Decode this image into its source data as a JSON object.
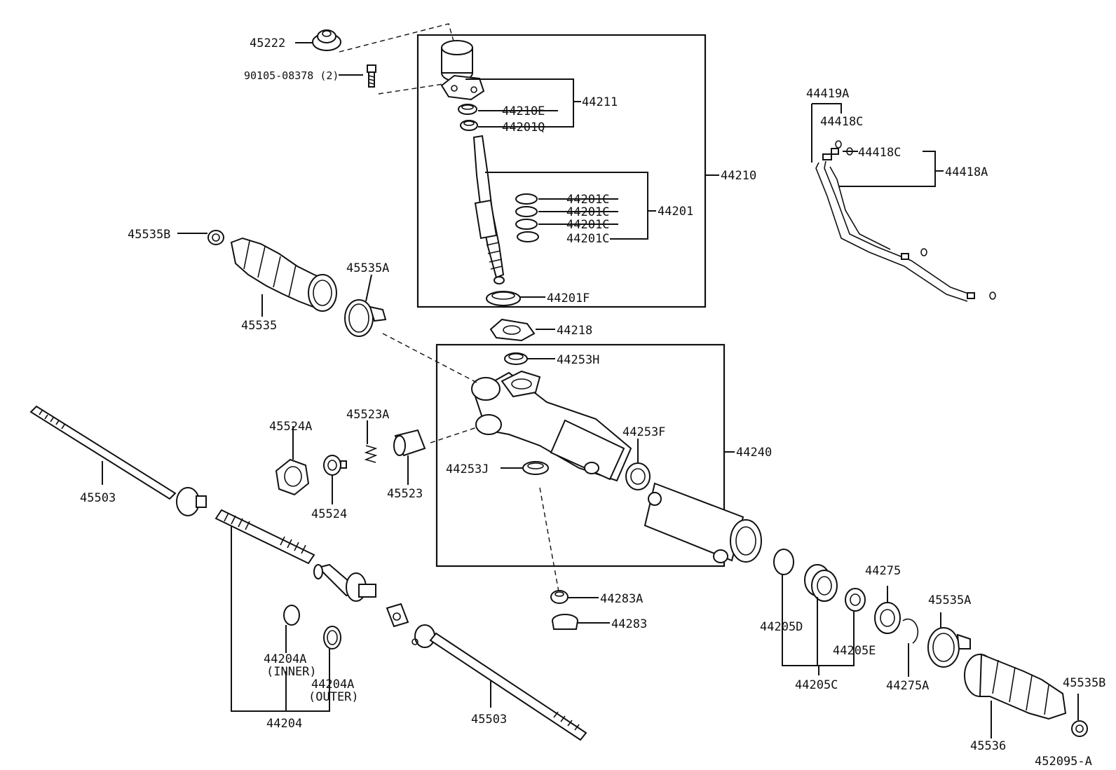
{
  "diagram_code": "452095-A",
  "labels": {
    "p45222": "45222",
    "p90105": "90105-08378 (2)",
    "p44211": "44211",
    "p44210E": "44210E",
    "p44201Q": "44201Q",
    "p44210": "44210",
    "p44201C_1": "44201C",
    "p44201C_2": "44201C",
    "p44201C_3": "44201C",
    "p44201C_4": "44201C",
    "p44201": "44201",
    "p44201F": "44201F",
    "p44218": "44218",
    "p44253H": "44253H",
    "p44240": "44240",
    "p44253F": "44253F",
    "p44253J": "44253J",
    "p44283A": "44283A",
    "p44283": "44283",
    "p45535B_top": "45535B",
    "p45535_left": "45535",
    "p45535A_top": "45535A",
    "p45524A": "45524A",
    "p45523A": "45523A",
    "p45524": "45524",
    "p45523": "45523",
    "p45503_left": "45503",
    "p45503_bottom": "45503",
    "p44204A_inner": "44204A",
    "p44204A_inner_note": "(INNER)",
    "p44204A_outer": "44204A",
    "p44204A_outer_note": "(OUTER)",
    "p44204": "44204",
    "p44419A": "44419A",
    "p44418C_a": "44418C",
    "p44418C_b": "44418C",
    "p44418A": "44418A",
    "p44205D": "44205D",
    "p44205E": "44205E",
    "p44205C": "44205C",
    "p44275": "44275",
    "p44275A": "44275A",
    "p45535A_right": "45535A",
    "p45535B_right": "45535B",
    "p45536": "45536"
  }
}
